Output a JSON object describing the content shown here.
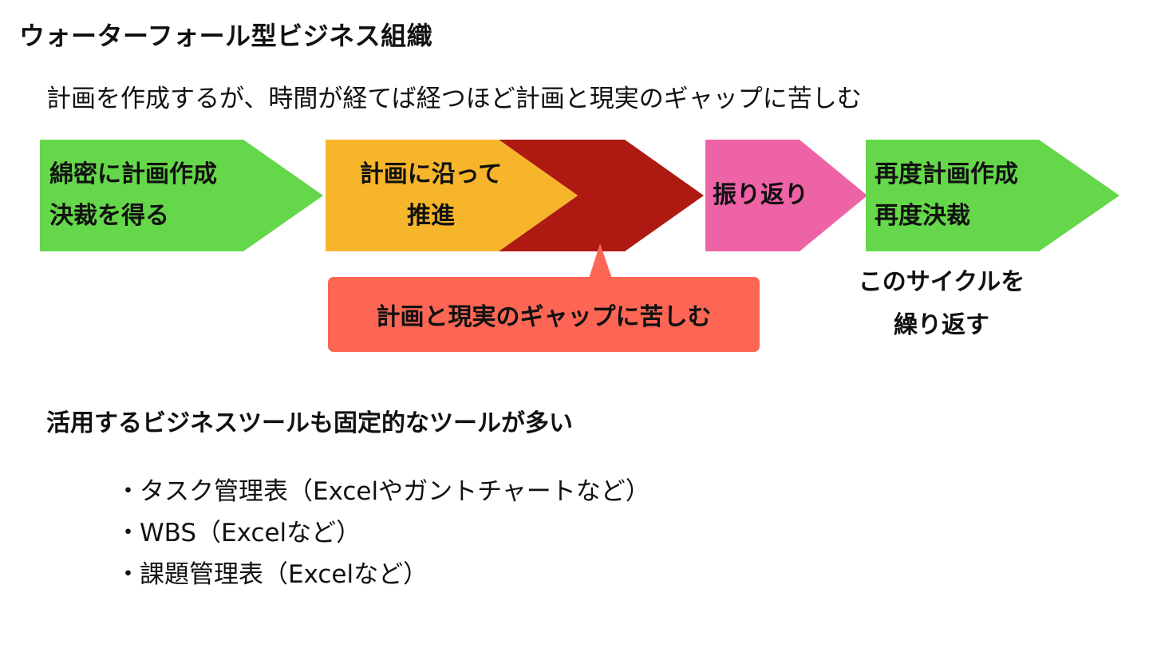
{
  "slide": {
    "title": "ウォーターフォール型ビジネス組織",
    "subtitle": "計画を作成するが、時間が経てば経つほど計画と現実のギャップに苦しむ"
  },
  "flow": {
    "stages": [
      {
        "id": "plan",
        "lines": [
          "綿密に計画作成",
          "決裁を得る"
        ],
        "color": "#65d74a"
      },
      {
        "id": "execute",
        "lines": [
          "計画に沿って",
          "推進"
        ],
        "color": "#f7b52c"
      },
      {
        "id": "gap",
        "lines": [],
        "color": "#ae1a11"
      },
      {
        "id": "review",
        "lines": [
          "振り返り"
        ],
        "color": "#ee62a6"
      },
      {
        "id": "replan",
        "lines": [
          "再度計画作成",
          "再度決裁"
        ],
        "color": "#65d74a"
      }
    ],
    "callout": {
      "text": "計画と現実のギャップに苦しむ",
      "color": "#fd6654"
    },
    "cycle_note": [
      "このサイクルを",
      "繰り返す"
    ]
  },
  "tools_section": {
    "heading": "活用するビジネスツールも固定的なツールが多い",
    "bullet": "・",
    "items": [
      "タスク管理表（Excelやガントチャートなど）",
      "WBS（Excelなど）",
      "課題管理表（Excelなど）"
    ]
  }
}
